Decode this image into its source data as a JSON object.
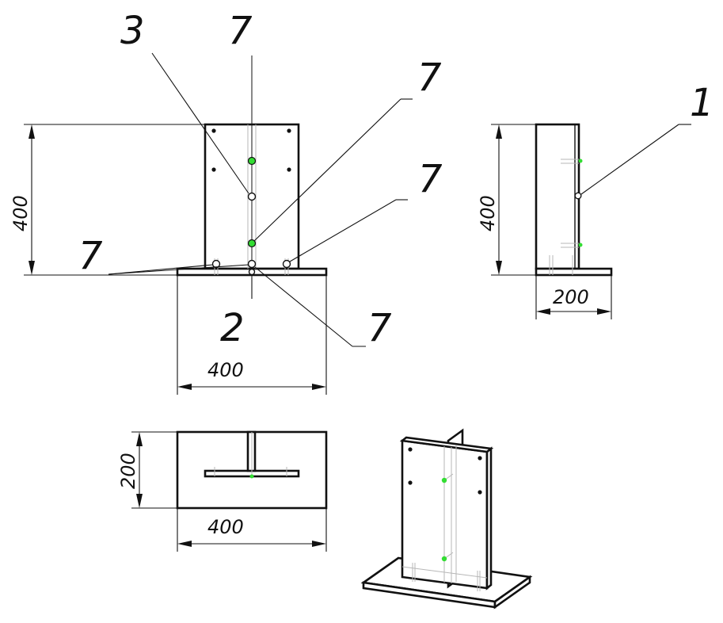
{
  "callouts": {
    "c3": "3",
    "c7_top": "7",
    "c7_right_upper": "7",
    "c7_right_mid": "7",
    "c7_left": "7",
    "c2": "2",
    "c7_bottom": "7",
    "c1": "1"
  },
  "dimensions": {
    "front_height": "400",
    "front_width": "400",
    "side_height": "400",
    "side_width": "200",
    "top_depth": "200",
    "top_width": "400"
  },
  "colors": {
    "line": "#111111",
    "hidden_line": "#b7b7b7",
    "fastener_highlight": "#33dd33"
  }
}
